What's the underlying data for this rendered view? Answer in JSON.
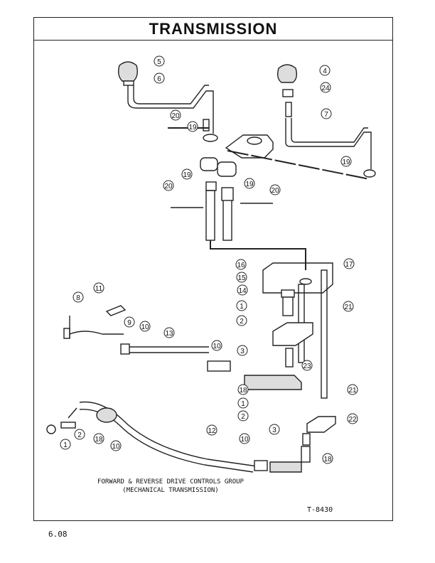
{
  "title": "TRANSMISSION",
  "caption": {
    "line1": "FORWARD & REVERSE DRIVE CONTROLS GROUP",
    "line2": "(MECHANICAL TRANSMISSION)"
  },
  "figure_id": "T-8430",
  "page_number": "6.08",
  "callouts": [
    "5",
    "6",
    "4",
    "24",
    "20",
    "19",
    "7",
    "19",
    "19",
    "20",
    "19",
    "20",
    "16",
    "17",
    "15",
    "14",
    "1",
    "21",
    "2",
    "11",
    "8",
    "9",
    "10",
    "13",
    "10",
    "3",
    "23",
    "18",
    "1",
    "21",
    "2",
    "22",
    "3",
    "12",
    "10",
    "18",
    "2",
    "18",
    "1",
    "10"
  ]
}
